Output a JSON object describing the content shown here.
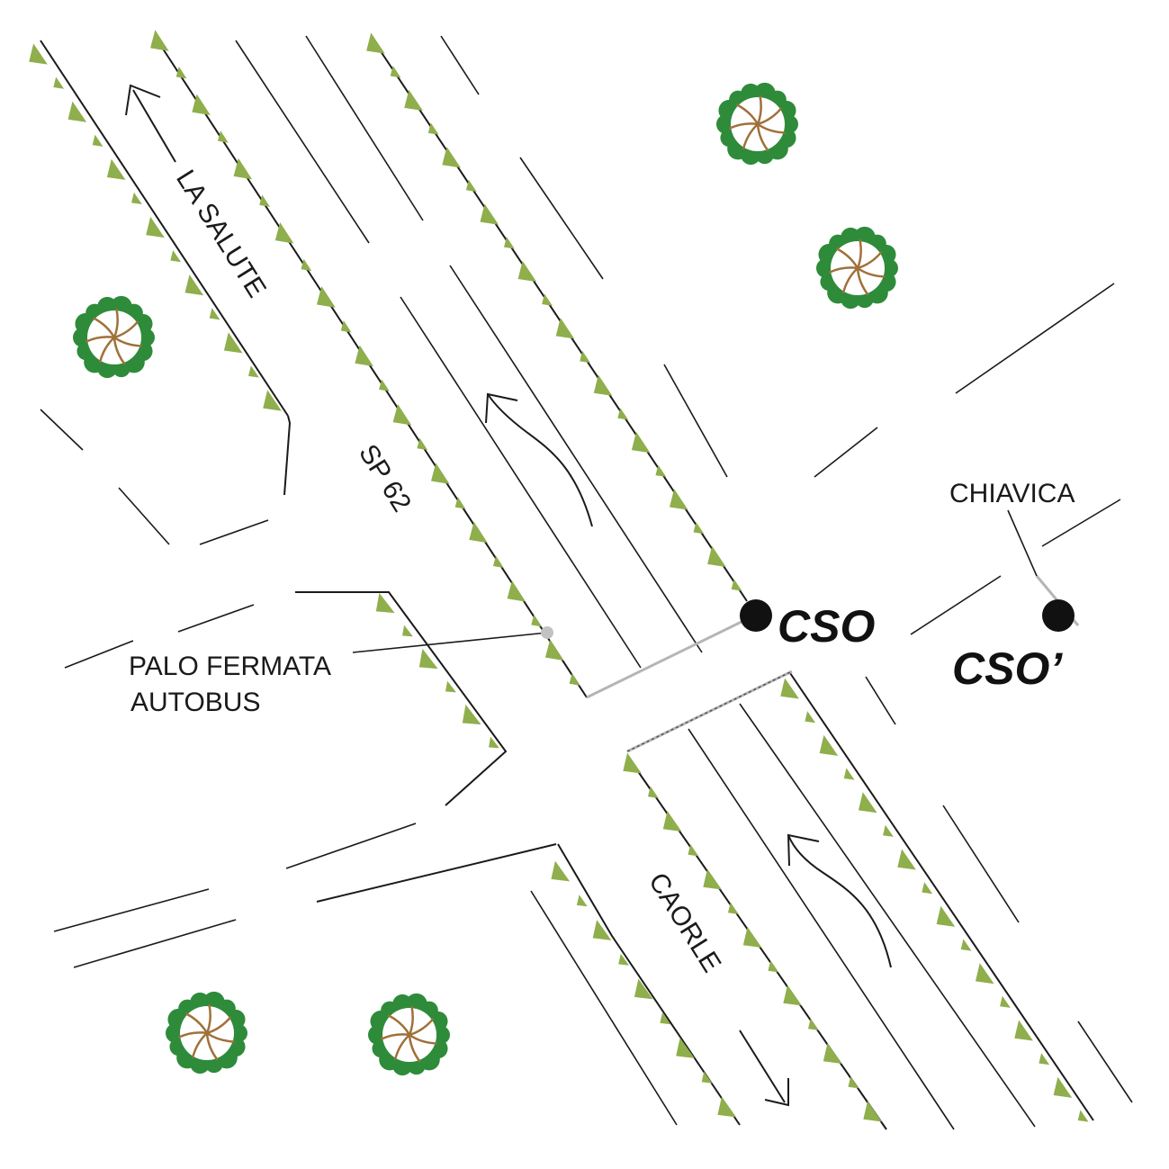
{
  "map": {
    "labels": {
      "la_salute": "LA SALUTE",
      "sp62": "SP 62",
      "caorle": "CAORLE",
      "palo_line1": "PALO FERMATA",
      "palo_line2": "AUTOBUS",
      "chiavica": "CHIAVICA",
      "cso": "CSO",
      "cso_prime": "CSO’"
    },
    "colors": {
      "vegetation": "#8fae4c",
      "tree_foliage": "#2e8b3a",
      "tree_branches": "#a0703a",
      "lines": "#1a1a1a",
      "gray_lines": "#b5b5b5",
      "points": "#111111"
    },
    "icons": {
      "direction_arrows": "long-arrow-icon",
      "lane_arrows": "curved-lane-arrow-icon",
      "trees": "tree-icon",
      "measuring_points": "point-marker-icon"
    }
  }
}
